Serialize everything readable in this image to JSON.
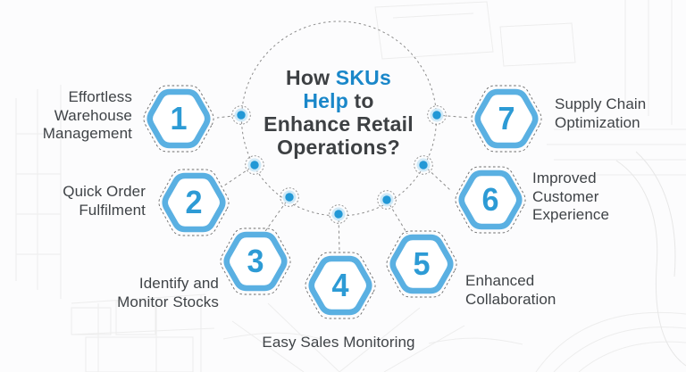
{
  "title": {
    "line1_dark": "How ",
    "line1_blue": "SKUs",
    "line2_blue": "Help",
    "line2_dark": " to",
    "line3": "Enhance Retail",
    "line4": "Operations?"
  },
  "items": [
    {
      "number": "1",
      "label": "Effortless\nWarehouse\nManagement"
    },
    {
      "number": "2",
      "label": "Quick Order\nFulfilment"
    },
    {
      "number": "3",
      "label": "Identify and\nMonitor Stocks"
    },
    {
      "number": "4",
      "label": "Easy Sales Monitoring"
    },
    {
      "number": "5",
      "label": "Enhanced\nCollaboration"
    },
    {
      "number": "6",
      "label": "Improved\nCustomer\nExperience"
    },
    {
      "number": "7",
      "label": "Supply Chain\nOptimization"
    }
  ],
  "colors": {
    "hex_border_blue": "#5ab0e2",
    "number_blue": "#2d9bd5",
    "title_blue": "#1a87c9",
    "text_dark": "#3f4347",
    "connector_gray": "#8c8c8c",
    "dot_core_blue": "#2298d6",
    "dot_halo_blue": "#cfe9f7"
  }
}
